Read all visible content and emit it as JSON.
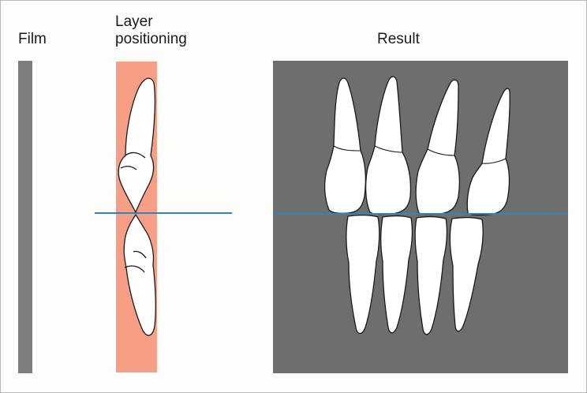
{
  "labels": {
    "film": "Film",
    "layer_line1": "Layer",
    "layer_line2": "positioning",
    "result": "Result"
  },
  "colors": {
    "film": "#7e7e7e",
    "layer_band": "#f79f86",
    "result_background": "#6e6e6e",
    "occlusal_line": "#2e86b8",
    "tooth_fill": "#ffffff",
    "tooth_outline": "#1a1a1a"
  },
  "result": {
    "upper_teeth_count": 4,
    "lower_teeth_count": 4
  }
}
